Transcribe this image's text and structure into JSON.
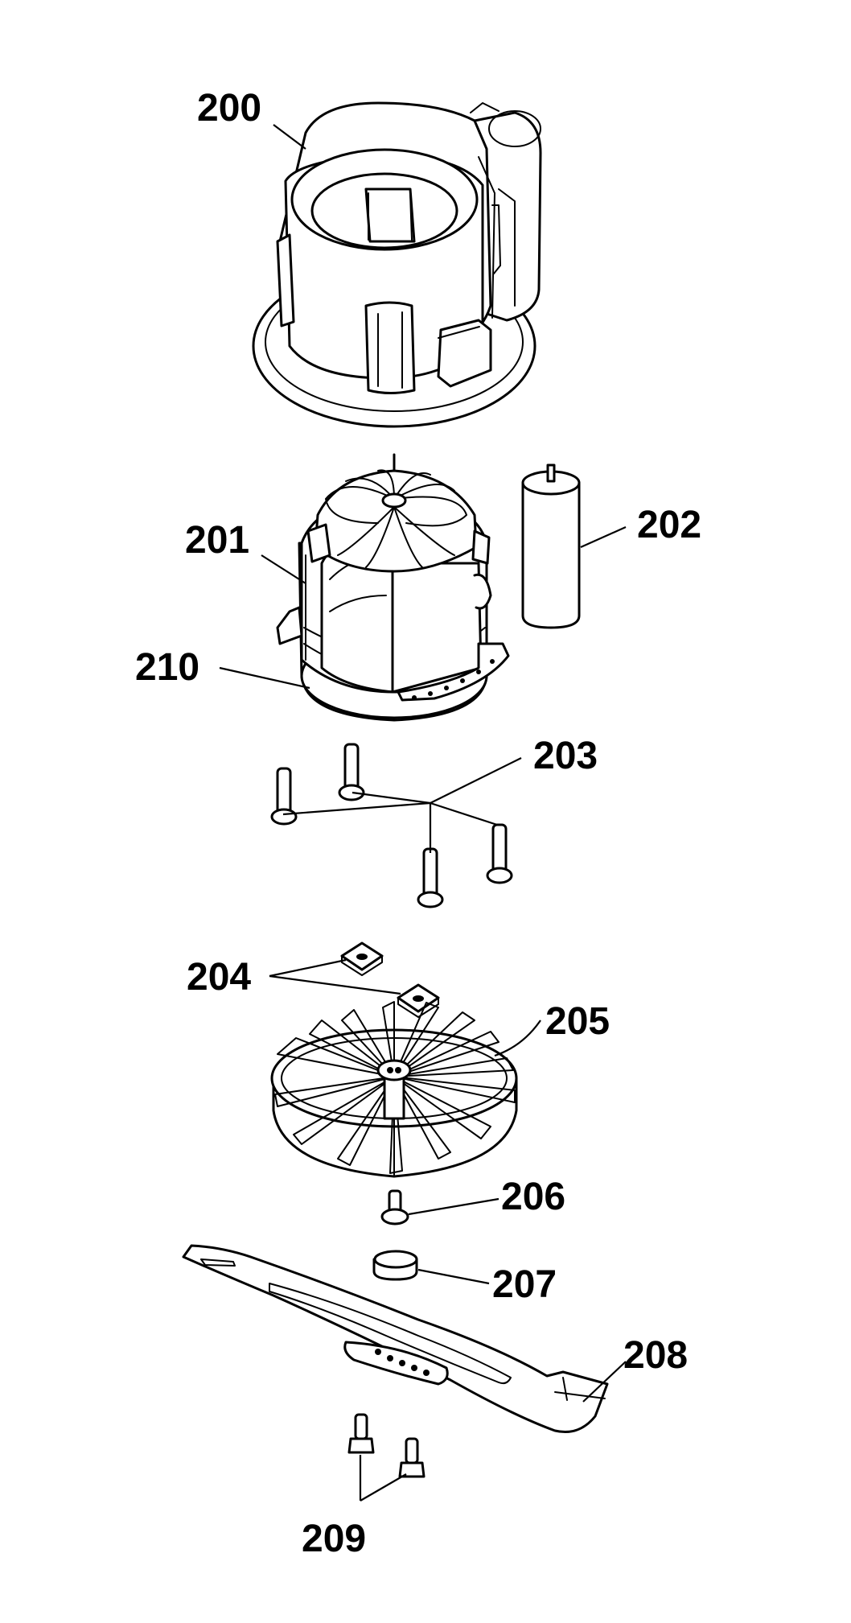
{
  "callouts": {
    "c200": "200",
    "c201": "201",
    "c202": "202",
    "c203": "203",
    "c204": "204",
    "c205": "205",
    "c206": "206",
    "c207": "207",
    "c208": "208",
    "c209": "209",
    "c210": "210"
  },
  "colors": {
    "ink": "#000000",
    "paper": "#ffffff"
  }
}
